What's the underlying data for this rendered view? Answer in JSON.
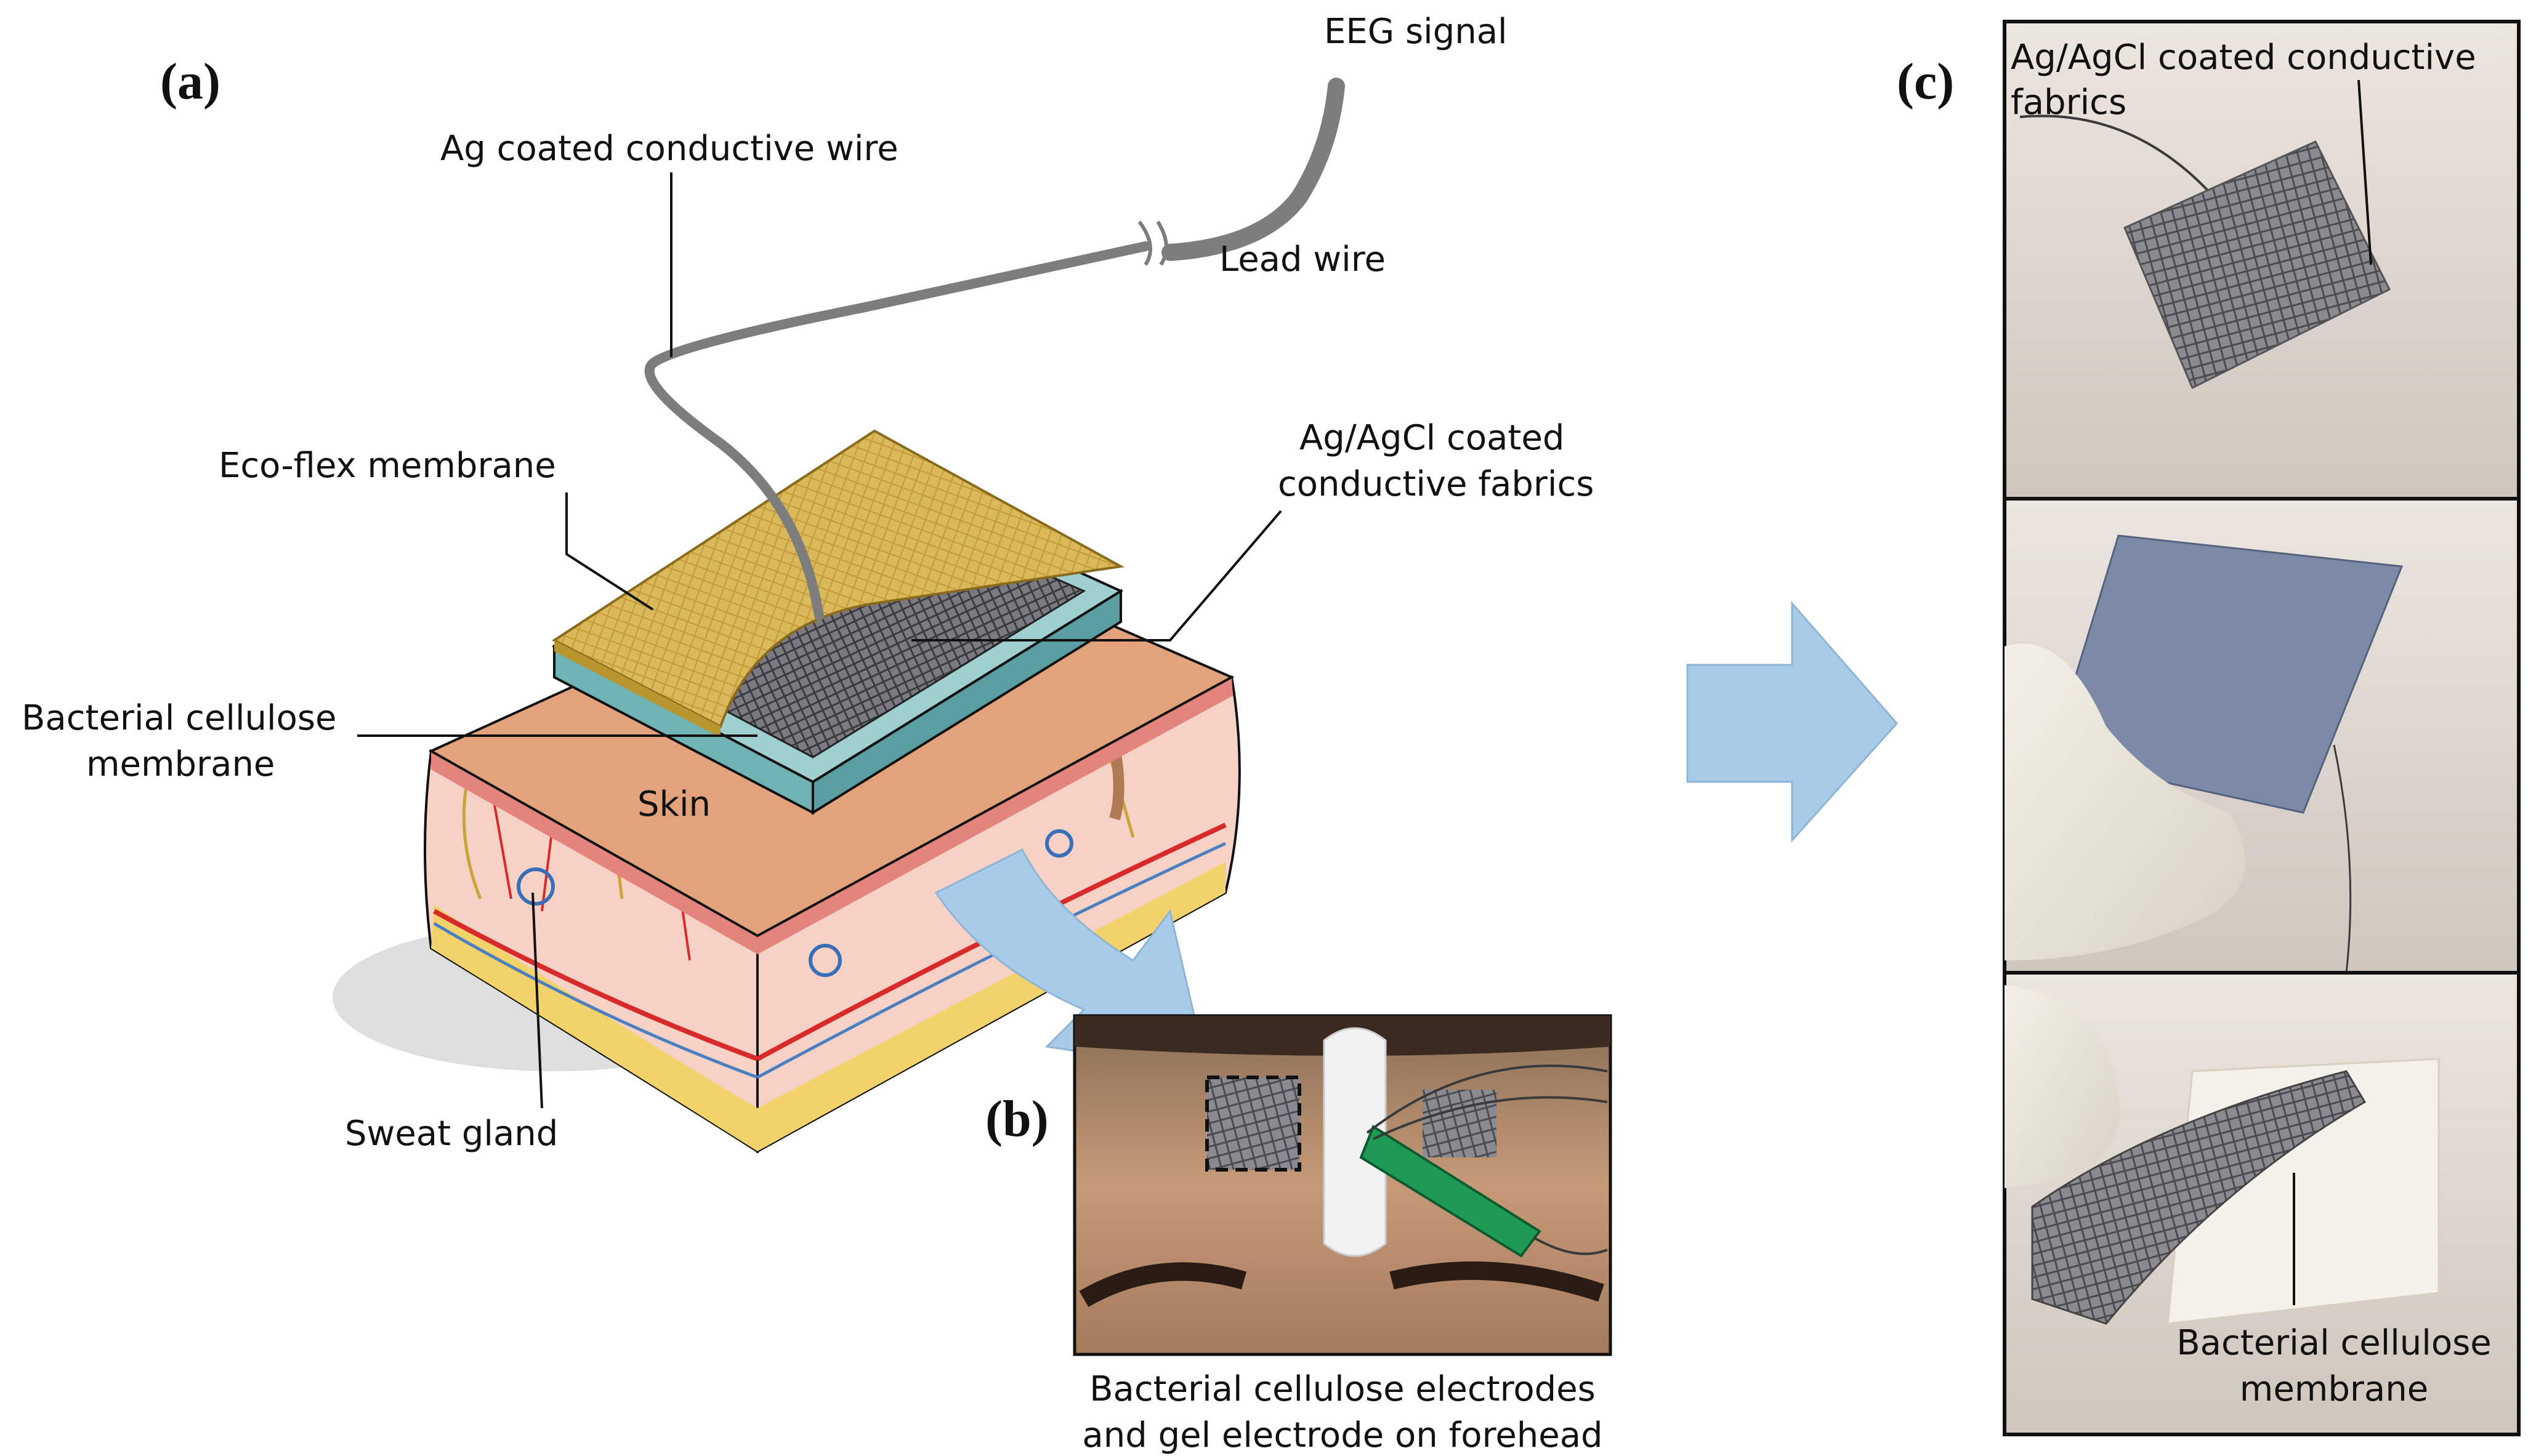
{
  "figure": {
    "panel_a": {
      "tag": "(a)",
      "labels": {
        "eeg_signal": "EEG signal",
        "ag_wire": "Ag coated conductive wire",
        "lead_wire": "Lead wire",
        "ecoflex": "Eco-flex membrane",
        "fabric_line1": "Ag/AgCl coated",
        "fabric_line2": "conductive fabrics",
        "bc_line1": "Bacterial cellulose",
        "bc_line2": "membrane",
        "skin": "Skin",
        "sweat_gland": "Sweat gland"
      }
    },
    "panel_b": {
      "tag": "(b)",
      "caption_line1": "Bacterial cellulose electrodes",
      "caption_line2": "and gel electrode on forehead"
    },
    "panel_c": {
      "tag": "(c)",
      "top_label_line1": "Ag/AgCl coated conductive",
      "top_label_line2": "fabrics",
      "bottom_label_line1": "Bacterial cellulose",
      "bottom_label_line2": "membrane"
    },
    "colors": {
      "ecoflex": "#d9b95a",
      "fabric": "#6e6e74",
      "teal_side": "#6fb3b5",
      "skin_top": "#e2a27c",
      "dermis": "#f6d2c6",
      "fat": "#f2d36b",
      "arrow": "#a8cbe8",
      "wire": "#7d7d7d"
    }
  }
}
